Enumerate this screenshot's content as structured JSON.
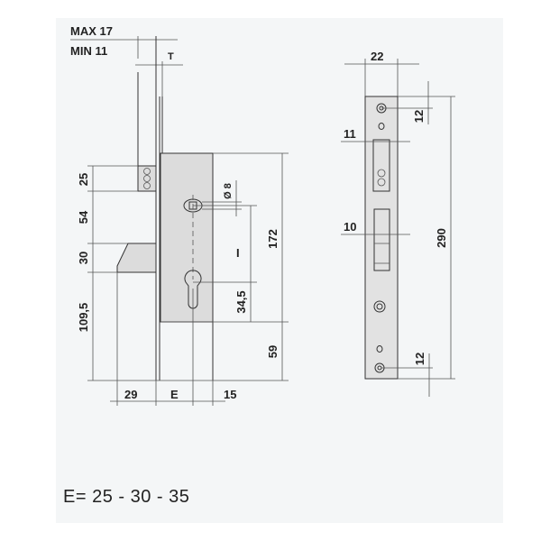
{
  "labels": {
    "max": "MAX 17",
    "min": "MIN 11",
    "t": "T",
    "d25": "25",
    "d54": "54",
    "d30": "30",
    "d109": "109,5",
    "d8": "Ø 8",
    "dI": "I",
    "d172": "172",
    "d345": "34,5",
    "d59": "59",
    "d29": "29",
    "dE": "E",
    "d15": "15",
    "r22": "22",
    "r12top": "12",
    "r11": "11",
    "r10": "10",
    "r290": "290",
    "r12bot": "12"
  },
  "formula": "E= 25 - 30 - 35"
}
